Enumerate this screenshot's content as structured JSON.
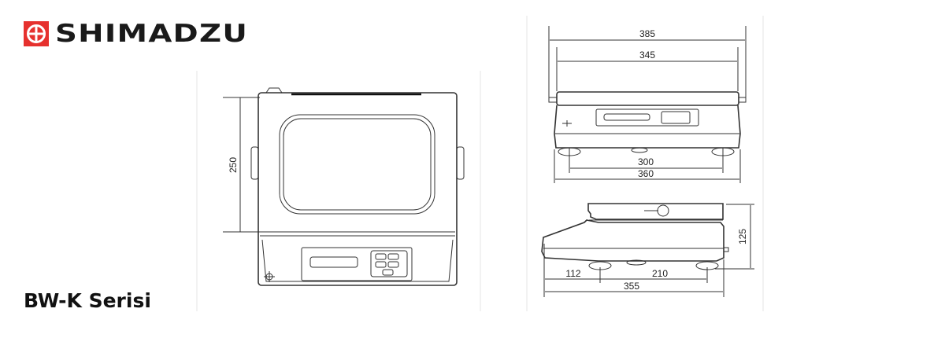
{
  "brand": {
    "name": "SHIMADZU",
    "accent": "#e6312e"
  },
  "product_title": "BW-K Serisi",
  "top_view": {
    "depth_label": "250"
  },
  "front_view": {
    "width_overall": "385",
    "width_pan": "345",
    "foot_spacing": "300",
    "body_width": "360"
  },
  "side_view": {
    "height": "125",
    "front_offset": "112",
    "foot_spacing": "210",
    "depth": "355"
  }
}
